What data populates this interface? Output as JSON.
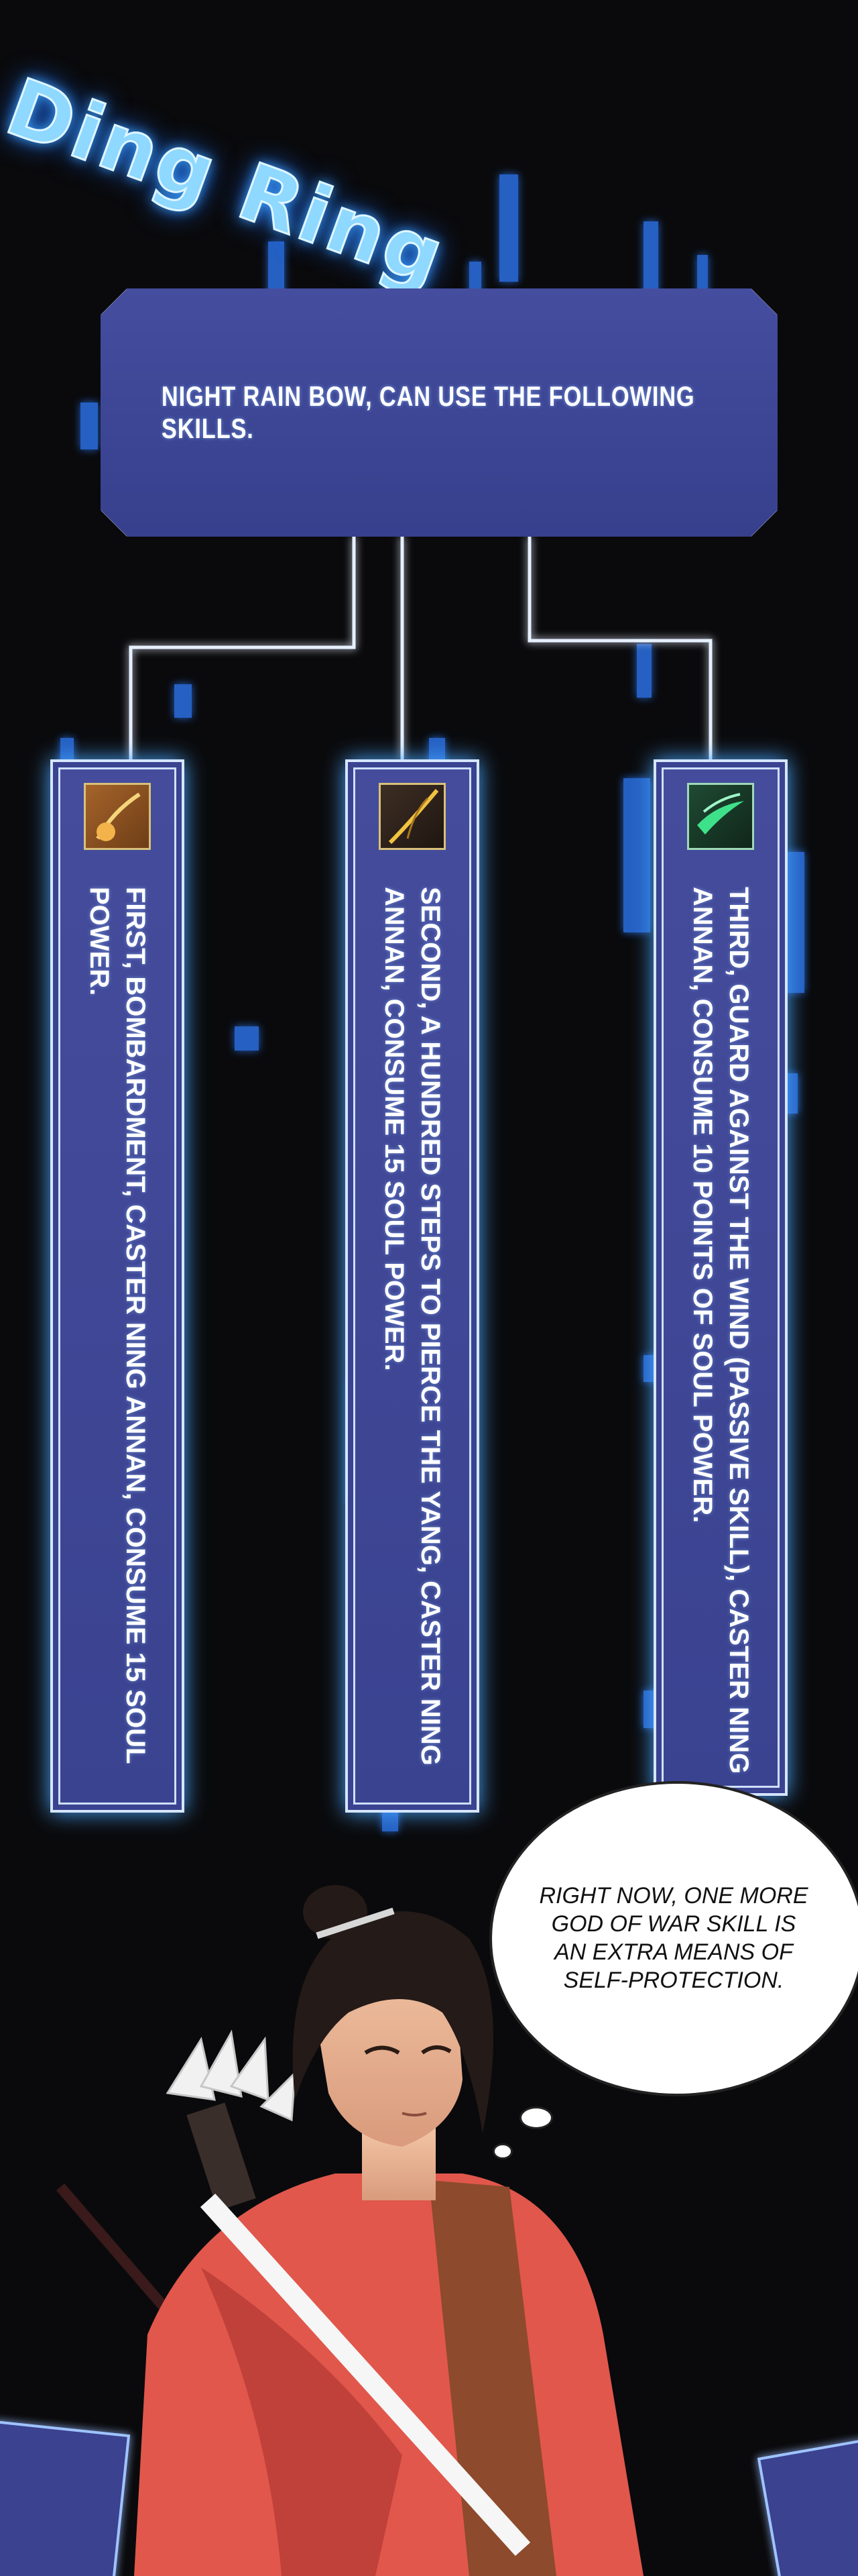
{
  "sfx": "Ding Ring",
  "title": "NIGHT RAIN BOW, CAN USE THE FOLLOWING SKILLS.",
  "skills": [
    {
      "icon": "bombardment-skill-icon",
      "text": "FIRST, BOMBARDMENT, CASTER NING ANNAN, CONSUME 15 SOUL POWER."
    },
    {
      "icon": "hundred-steps-skill-icon",
      "text": "SECOND, A HUNDRED STEPS TO PIERCE THE YANG, CASTER NING ANNAN, CONSUME 15 SOUL POWER."
    },
    {
      "icon": "wind-guard-skill-icon",
      "text": "THIRD, GUARD AGAINST THE WIND (PASSIVE SKILL), CASTER NING ANNAN, CONSUME 10 POINTS OF SOUL POWER."
    }
  ],
  "speech": "RIGHT NOW, ONE MORE\nGOD OF WAR SKILL IS\nAN EXTRA MEANS OF\nSELF-PROTECTION.",
  "colors": {
    "background": "#0a0a0c",
    "panel": "#3f4795",
    "glow": "#4aa6ff",
    "outfit": "#e1574c"
  }
}
